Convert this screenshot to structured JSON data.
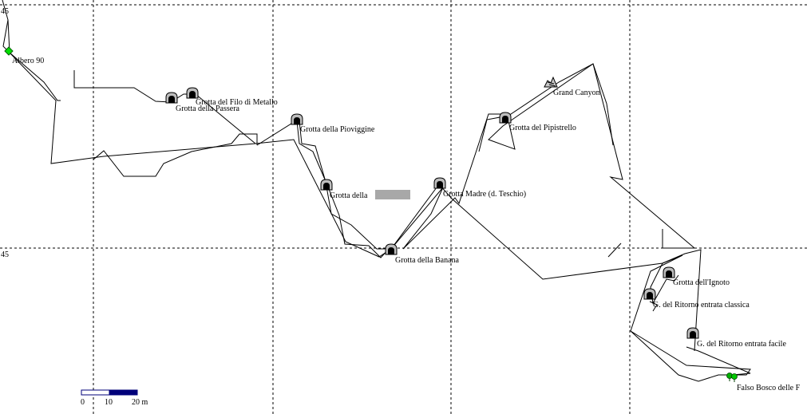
{
  "grid_labels": {
    "top_left": "45",
    "middle_left": "45"
  },
  "markers": [
    {
      "id": "albero-90",
      "label": "Albero 90",
      "type": "tree-point"
    },
    {
      "id": "filo-metallo",
      "label": "Grotta del Filo di Metallo",
      "type": "cave"
    },
    {
      "id": "passera",
      "label": "Grotta della Passera",
      "type": "cave"
    },
    {
      "id": "pioviggine",
      "label": "Grotta della Pioviggine",
      "type": "cave"
    },
    {
      "id": "redacted",
      "label": "Grotta della",
      "type": "cave"
    },
    {
      "id": "madre",
      "label": "Grotta Madre (d. Teschio)",
      "type": "cave"
    },
    {
      "id": "banana",
      "label": "Grotta della Banana",
      "type": "cave"
    },
    {
      "id": "grand-canyon",
      "label": "Grand Canyon",
      "type": "canyon"
    },
    {
      "id": "pipistrello",
      "label": "Grotta del Pipistrello",
      "type": "cave"
    },
    {
      "id": "ignoto",
      "label": "Grotta dell'Ignoto",
      "type": "cave"
    },
    {
      "id": "ritorno-classica",
      "label": "G. del Ritorno entrata classica",
      "type": "cave"
    },
    {
      "id": "ritorno-facile",
      "label": "G. del Ritorno entrata facile",
      "type": "cave"
    },
    {
      "id": "falso-bosco",
      "label": "Falso Bosco delle F",
      "type": "tree-point"
    }
  ],
  "scale_bar": {
    "tick_0": "0",
    "tick_10": "10",
    "tick_20": "20 m"
  }
}
